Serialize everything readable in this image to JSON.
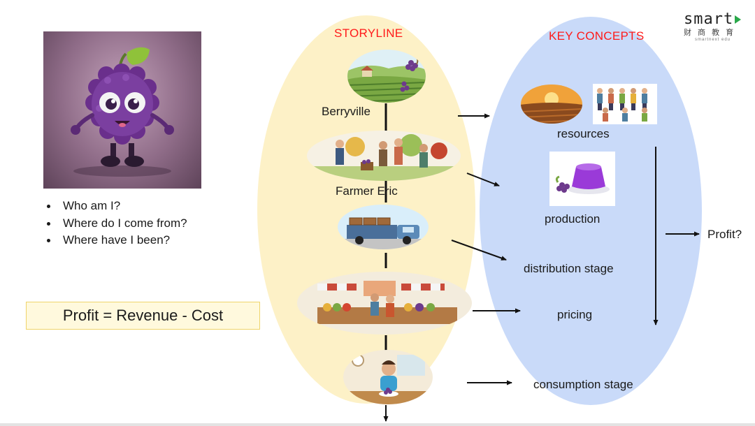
{
  "logo": {
    "main": "smart",
    "sub": "财 商 教 育",
    "tiny": "smartnext edu"
  },
  "storyline": {
    "title": "STORYLINE",
    "stages": [
      {
        "label": "Berryville",
        "icon": "vineyard-landscape-icon"
      },
      {
        "label": "Farmer  Eric",
        "icon": "farmers-harvest-icon"
      },
      {
        "label": "",
        "icon": "delivery-truck-icon"
      },
      {
        "label": "",
        "icon": "market-stalls-icon"
      },
      {
        "label": "",
        "icon": "person-eating-grapes-icon"
      }
    ]
  },
  "key_concepts": {
    "title": "KEY CONCEPTS",
    "items": [
      {
        "label": "resources",
        "icon": "field-and-workers-icon"
      },
      {
        "label": "production",
        "icon": "grape-jelly-icon"
      },
      {
        "label": "distribution stage"
      },
      {
        "label": "pricing"
      },
      {
        "label": "consumption stage"
      }
    ],
    "outcome": "Profit?"
  },
  "character": {
    "icon": "grape-character-icon",
    "questions": [
      "Who am I?",
      "Where do I come from?",
      "Where have I been?"
    ]
  },
  "formula": "Profit = Revenue - Cost",
  "colors": {
    "storyline_bg": "#fdf1c7",
    "concepts_bg": "#c9daf9",
    "title_red": "#ff1a1a",
    "grape_purple": "#7b3fa0",
    "formula_border": "#efd46b"
  }
}
